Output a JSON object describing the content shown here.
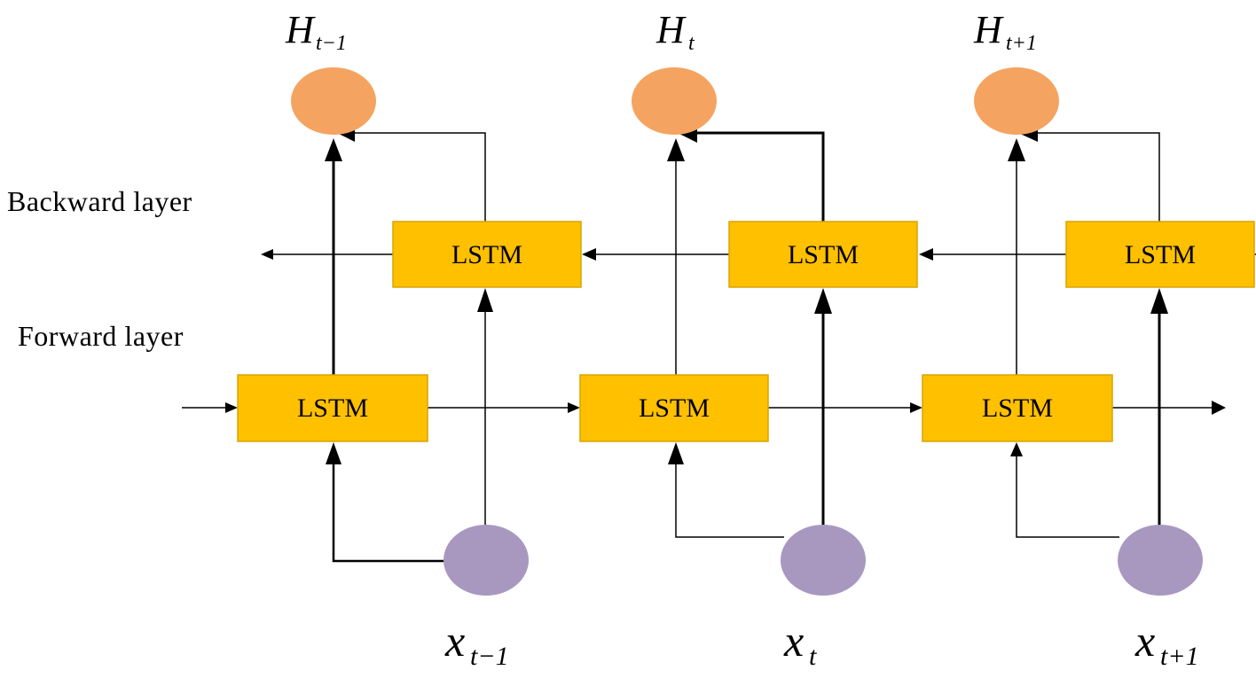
{
  "labels": {
    "backward_layer": "Backward layer",
    "forward_layer": "Forward layer"
  },
  "cell_label": "LSTM",
  "outputs": [
    {
      "symbol": "H",
      "subscript": "t−1"
    },
    {
      "symbol": "H",
      "subscript": "t"
    },
    {
      "symbol": "H",
      "subscript": "t+1"
    }
  ],
  "inputs": [
    {
      "symbol": "x",
      "subscript": "t−1"
    },
    {
      "symbol": "x",
      "subscript": "t"
    },
    {
      "symbol": "x",
      "subscript": "t+1"
    }
  ],
  "colors": {
    "lstm_fill": "#ffc000",
    "output_node": "#f4a460",
    "input_node": "#a898c0",
    "line": "#000000"
  }
}
